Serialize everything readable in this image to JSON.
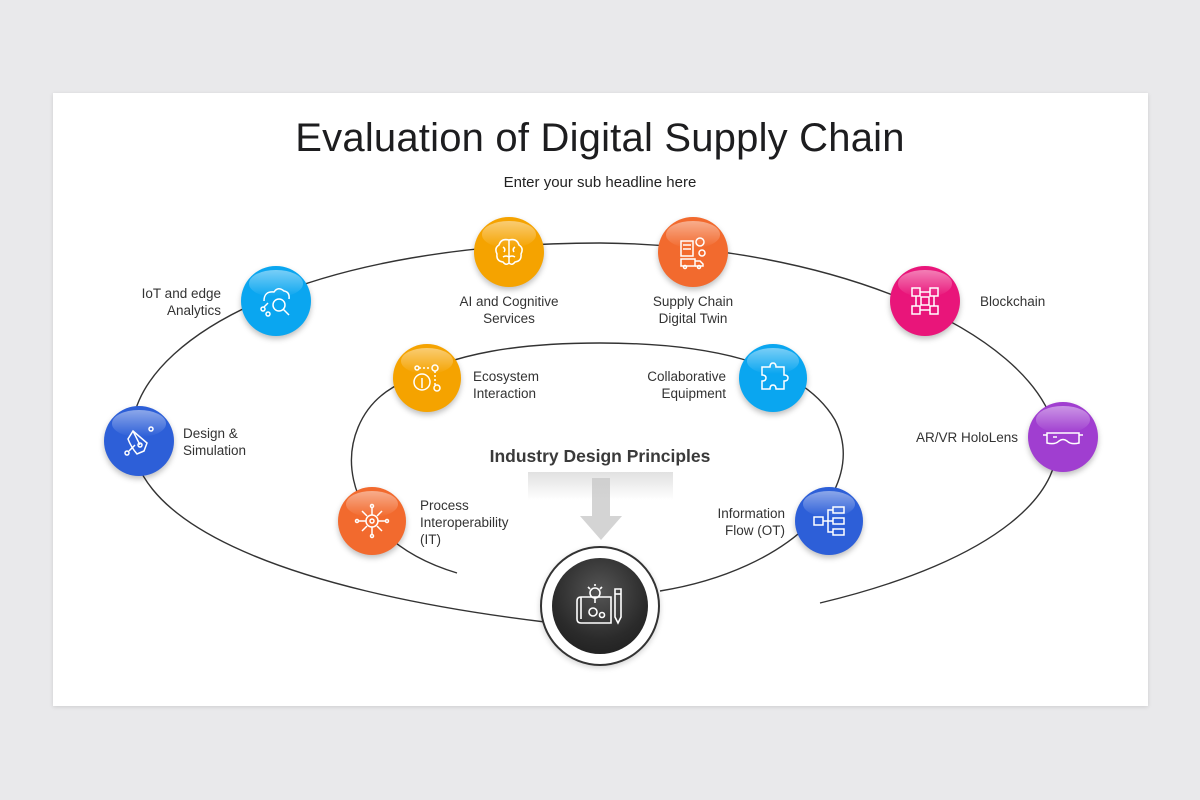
{
  "title": "Evaluation of Digital Supply Chain",
  "subtitle": "Enter your sub headline here",
  "center_title": "Industry Design Principles",
  "nodes": {
    "iot": {
      "label": "IoT and edge\nAnalytics",
      "color": "#0aa6f0",
      "icon": "network-search-icon"
    },
    "ai": {
      "label": "AI and Cognitive\nServices",
      "color": "#f5a300",
      "icon": "brain-icon"
    },
    "twin": {
      "label": "Supply Chain\nDigital Twin",
      "color": "#f26a2e",
      "icon": "truck-document-icon"
    },
    "blockchain": {
      "label": "Blockchain",
      "color": "#e9157a",
      "icon": "blockchain-cubes-icon"
    },
    "design": {
      "label": "Design &\nSimulation",
      "color": "#2d5fd8",
      "icon": "pen-tool-icon"
    },
    "arvr": {
      "label": "AR/VR HoloLens",
      "color": "#a03ed0",
      "icon": "vr-glasses-icon"
    },
    "ecosystem": {
      "label": "Ecosystem\nInteraction",
      "color": "#f5a300",
      "icon": "ecosystem-icon"
    },
    "collab": {
      "label": "Collaborative\nEquipment",
      "color": "#0aa6f0",
      "icon": "puzzle-icon"
    },
    "process": {
      "label": "Process\nInteroperability\n(IT)",
      "color": "#f26a2e",
      "icon": "gear-network-icon"
    },
    "info": {
      "label": "Information\nFlow (OT)",
      "color": "#2d5fd8",
      "icon": "flowchart-icon"
    }
  },
  "hub": {
    "icon": "blueprint-idea-icon"
  }
}
